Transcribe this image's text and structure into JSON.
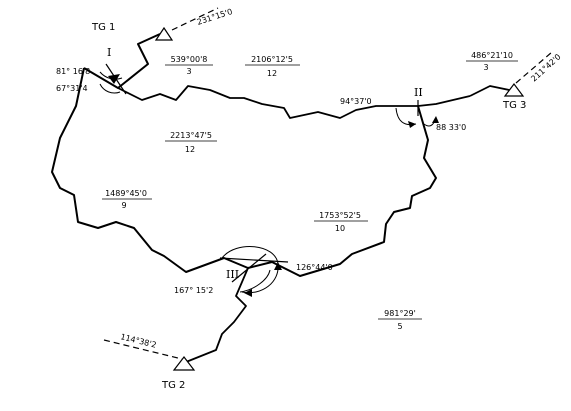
{
  "stations": {
    "tg1": "TG 1",
    "tg2": "TG 2",
    "tg3": "TG 3"
  },
  "nodes": {
    "n1": "I",
    "n2": "II",
    "n3": "III"
  },
  "bearings": {
    "tg1": "231°15'0",
    "tg2": "114°38'2",
    "tg3": "211°42'0"
  },
  "angles": {
    "a1": "81° 16'8",
    "a2": "67°31'4",
    "a3": "94°37'0",
    "a4": "88 33'0",
    "a5": "126°44'0",
    "a6": "167° 15'2"
  },
  "sums": [
    {
      "value": "539°00'8",
      "count": "3"
    },
    {
      "value": "2106°12'5",
      "count": "12"
    },
    {
      "value": "486°21'10",
      "count": "3"
    },
    {
      "value": "2213°47'5",
      "count": "12"
    },
    {
      "value": "1489°45'0",
      "count": "9"
    },
    {
      "value": "1753°52'5",
      "count": "10"
    },
    {
      "value": "981°29'",
      "count": "5"
    }
  ]
}
